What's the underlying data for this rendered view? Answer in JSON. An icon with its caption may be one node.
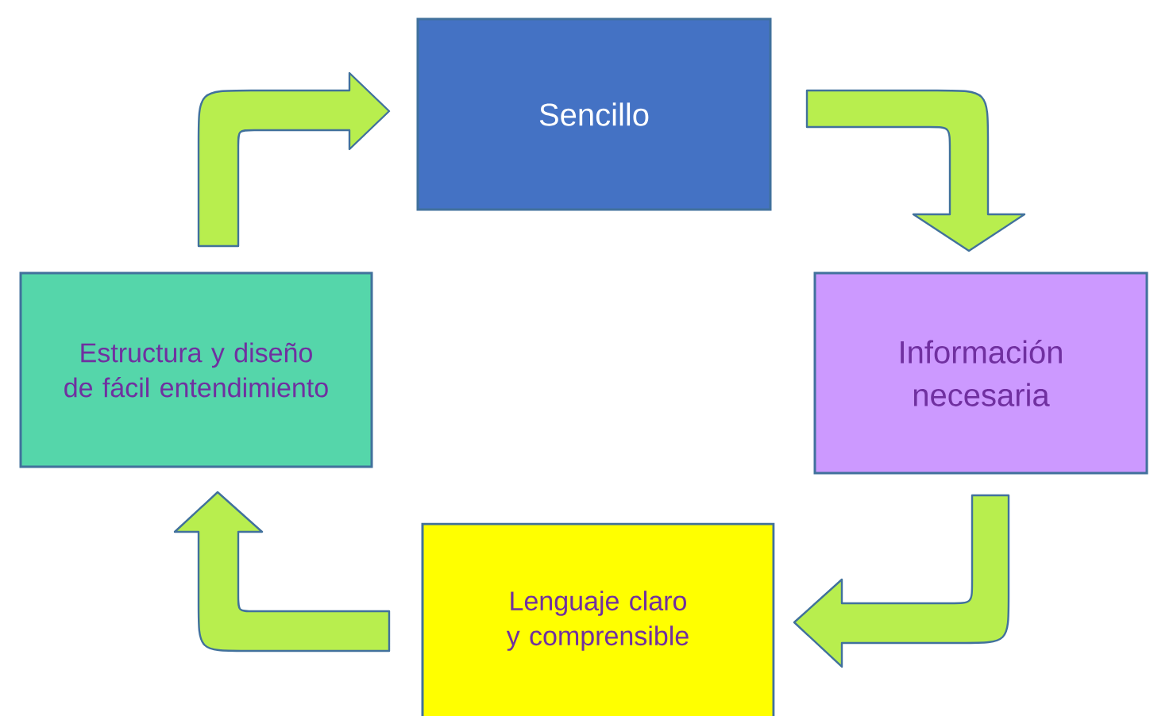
{
  "diagram": {
    "nodes": [
      {
        "text": [
          "Sencillo"
        ]
      },
      {
        "text": [
          "Estructura y diseño de fácil entendimiento"
        ]
      },
      {
        "text": [
          "Información necesaria"
        ]
      },
      {
        "text": [
          "Lenguaje claro y comprensible"
        ]
      }
    ],
    "edges": [
      {
        "from": 1,
        "to": 0,
        "arrow": "to"
      },
      {
        "from": 0,
        "to": 2,
        "arrow": "to"
      },
      {
        "from": 2,
        "to": 3,
        "arrow": "to"
      },
      {
        "from": 3,
        "to": 1,
        "arrow": "to"
      }
    ]
  }
}
